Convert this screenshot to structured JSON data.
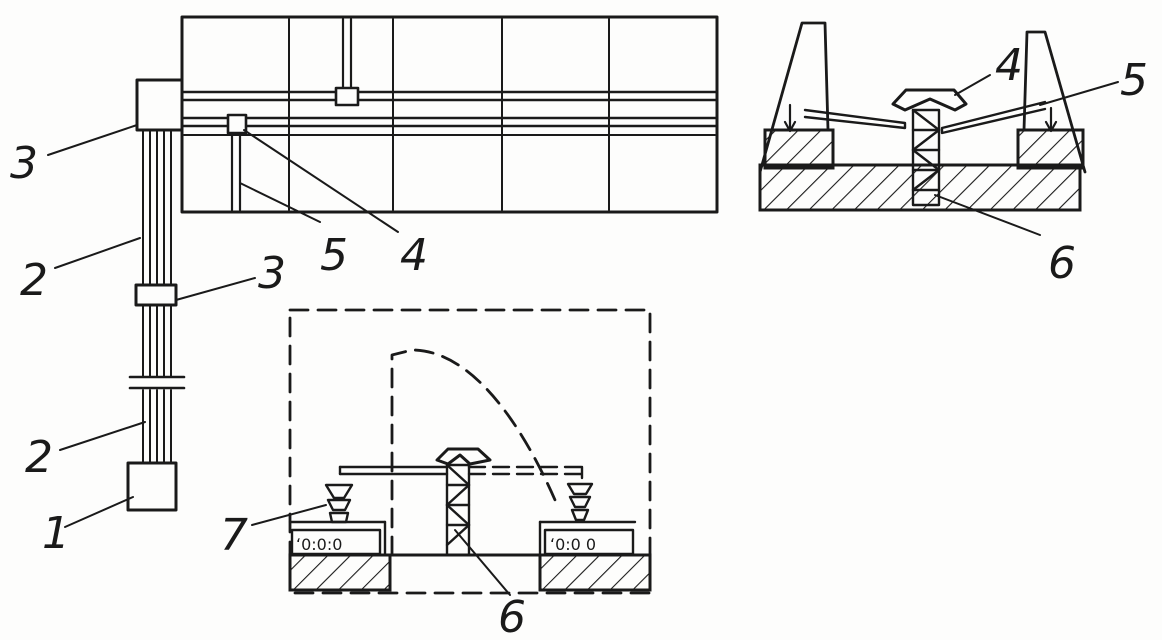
{
  "labels": {
    "plan_box_bottom": "1",
    "plan_cable_lower": "2",
    "plan_cable_upper": "2",
    "plan_box_top": "3",
    "plan_box_middle": "3",
    "plan_crane": "4",
    "plan_track": "5",
    "section_crane": "4",
    "section_track": "5",
    "section_mast": "6",
    "elevation_mast": "6",
    "elevation_bucket": "7"
  }
}
